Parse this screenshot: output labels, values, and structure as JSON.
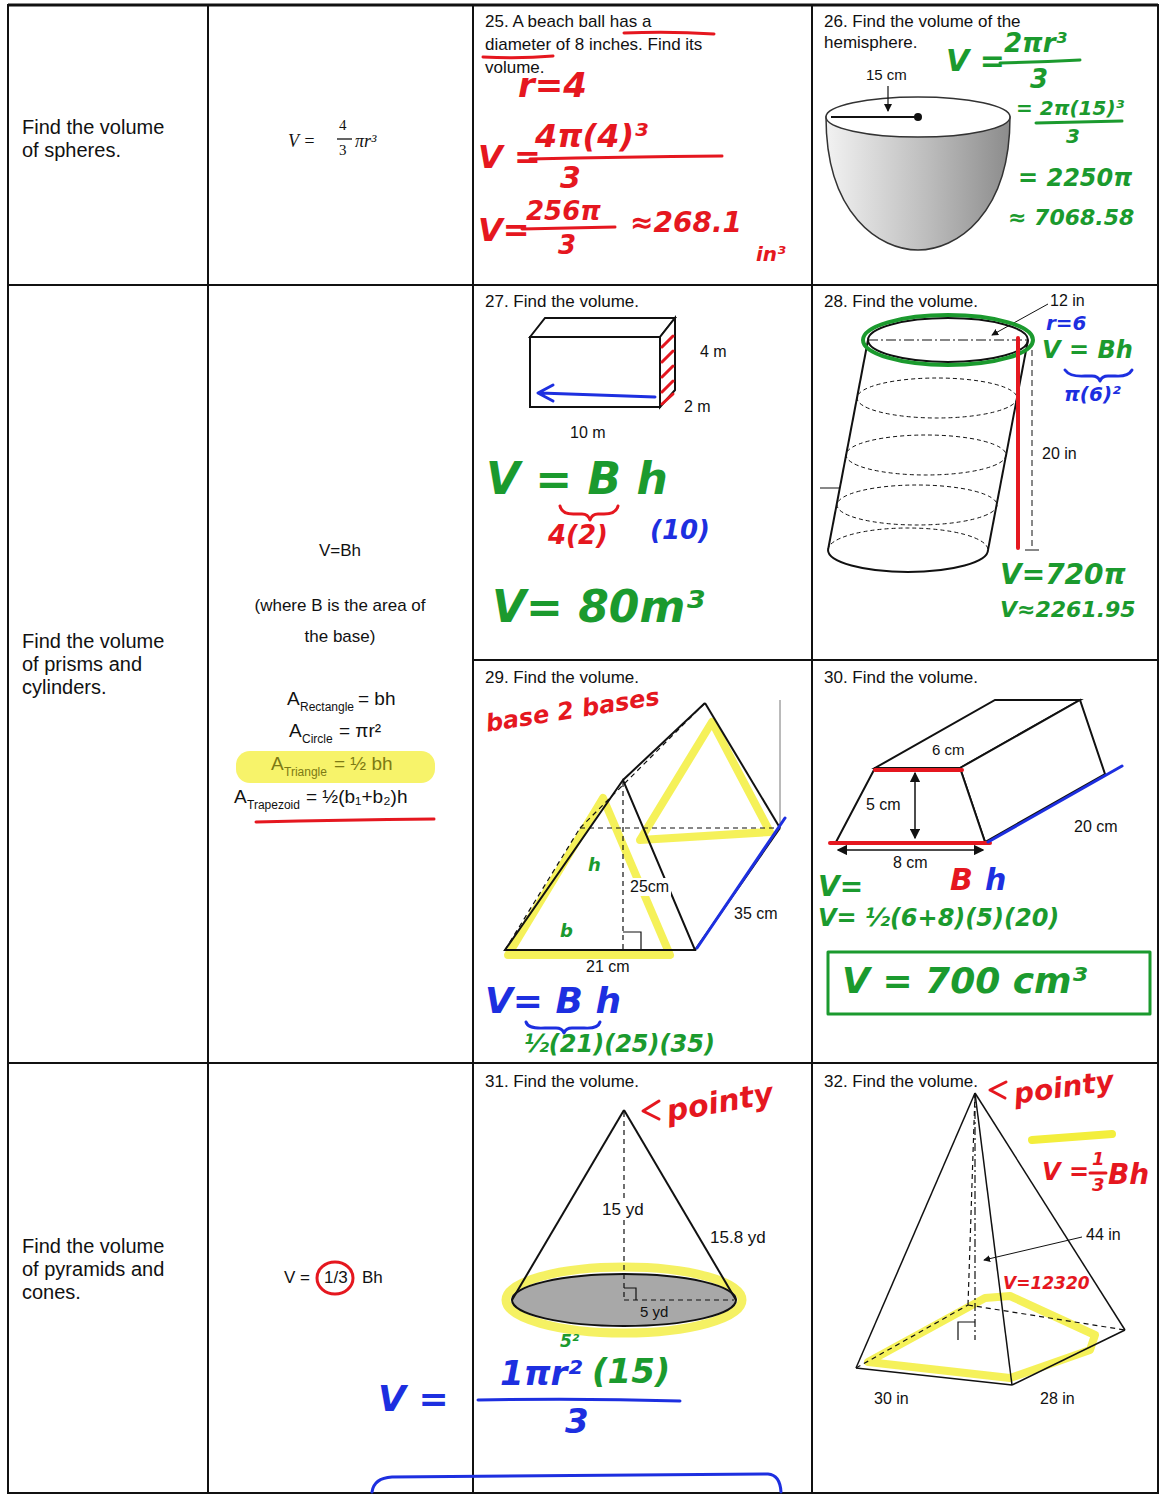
{
  "diagram": {
    "labels": [
      "Find the volume of spheres.",
      "V =",
      "4",
      "3",
      "πr³",
      "25. A beach ball has a diameter of 8 inches. Find its volume.",
      "r=4",
      "V =",
      "4π(4)³",
      "3",
      "V=",
      "256π",
      "3",
      "≈268.1",
      "in³",
      "26. Find the volume of the hemisphere.",
      "15 cm",
      "V =",
      "2πr³",
      "3",
      "= 2π(15)³",
      "3",
      "= 2250π",
      "≈ 7068.58",
      "Find the volume of prisms and cylinders.",
      "V=Bh",
      "(where B is the area of the base)",
      "A",
      "Rectangle",
      "= bh",
      "A",
      "Circle",
      "= πr²",
      "A",
      "Triangle",
      "= ½ bh",
      "A",
      "Trapezoid",
      "= ½(b₁+b₂)h",
      "27. Find the volume.",
      "4 m",
      "2 m",
      "10 m",
      "V = B h",
      "4(2)",
      "(10)",
      "V= 80m³",
      "28. Find the volume.",
      "12 in",
      "r=6",
      "V = Bh",
      "π(6)²",
      "20 in",
      "V=720π",
      "V≈2261.95",
      "29. Find the volume.",
      "base 2 bases",
      "h",
      "25cm",
      "b",
      "35 cm",
      "21 cm",
      "V= B h",
      "½(21)(25)(35)",
      "30. Find the volume.",
      "6 cm",
      "5 cm",
      "8 cm",
      "20 cm",
      "V=",
      "B",
      "h",
      "V= ½(6+8)(5)(20)",
      "V = 700 cm³",
      "Find the volume of pyramids and cones.",
      "V =",
      "1/3",
      "Bh",
      "31. Find the volume.",
      "pointy",
      "15 yd",
      "15.8 yd",
      "5 yd",
      "V =",
      "1πr²",
      "5²",
      "(15)",
      "3",
      "32. Find the volume.",
      "pointy",
      "V =",
      "1",
      "3",
      "Bh",
      "44 in",
      "V=12320",
      "30 in",
      "28 in"
    ]
  }
}
